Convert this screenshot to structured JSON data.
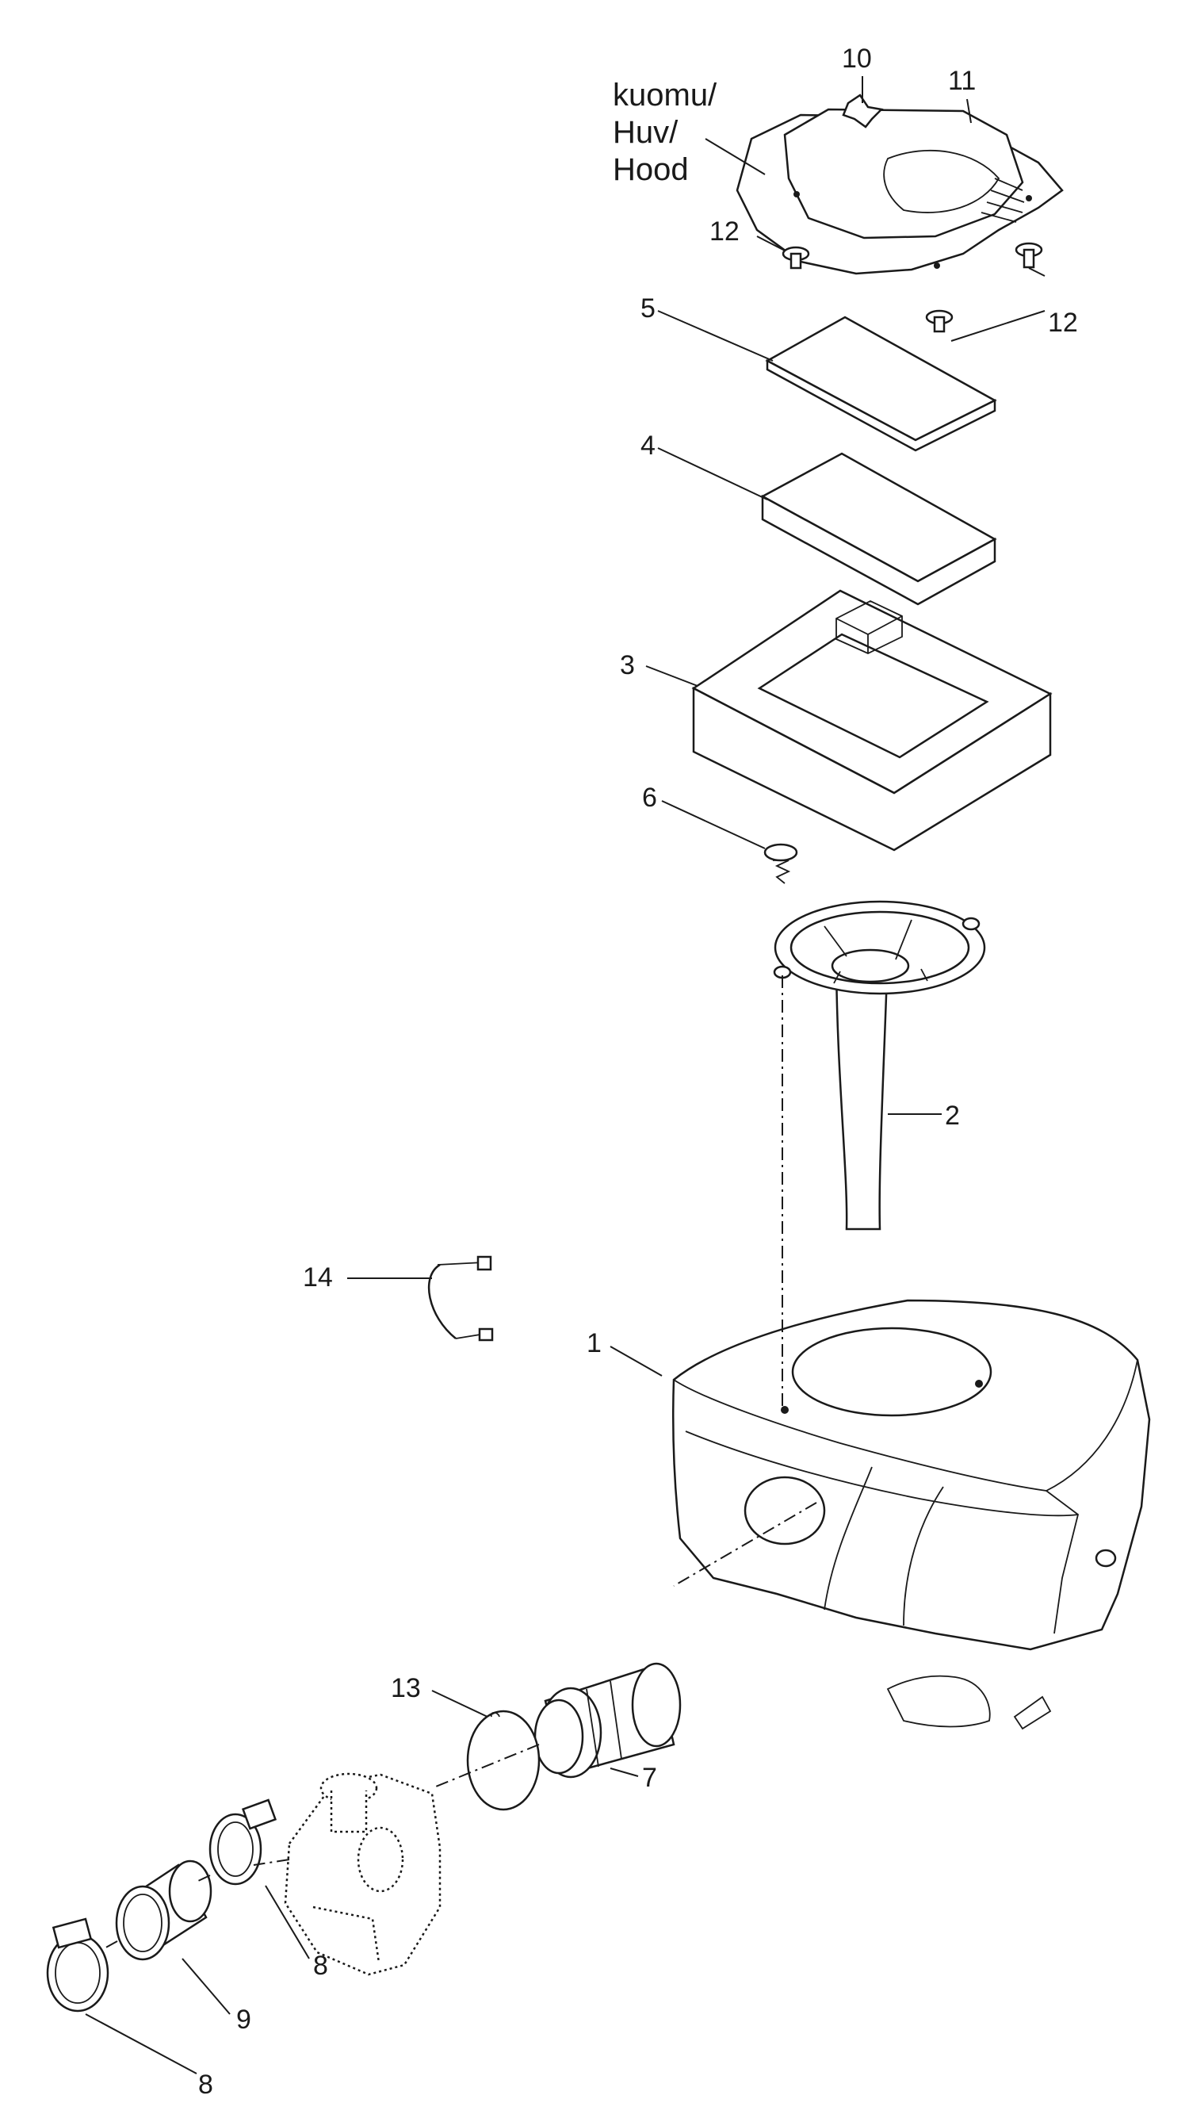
{
  "hood_label": [
    "kuomu/",
    "Huv/",
    "Hood"
  ],
  "callouts": [
    {
      "id": "c10",
      "text": "10"
    },
    {
      "id": "c11",
      "text": "11"
    },
    {
      "id": "c12a",
      "text": "12"
    },
    {
      "id": "c12b",
      "text": "12"
    },
    {
      "id": "c5",
      "text": "5"
    },
    {
      "id": "c4",
      "text": "4"
    },
    {
      "id": "c3",
      "text": "3"
    },
    {
      "id": "c6",
      "text": "6"
    },
    {
      "id": "c2",
      "text": "2"
    },
    {
      "id": "c14",
      "text": "14"
    },
    {
      "id": "c1",
      "text": "1"
    },
    {
      "id": "c13",
      "text": "13"
    },
    {
      "id": "c7",
      "text": "7"
    },
    {
      "id": "c8a",
      "text": "8"
    },
    {
      "id": "c9",
      "text": "9"
    },
    {
      "id": "c8b",
      "text": "8"
    }
  ]
}
